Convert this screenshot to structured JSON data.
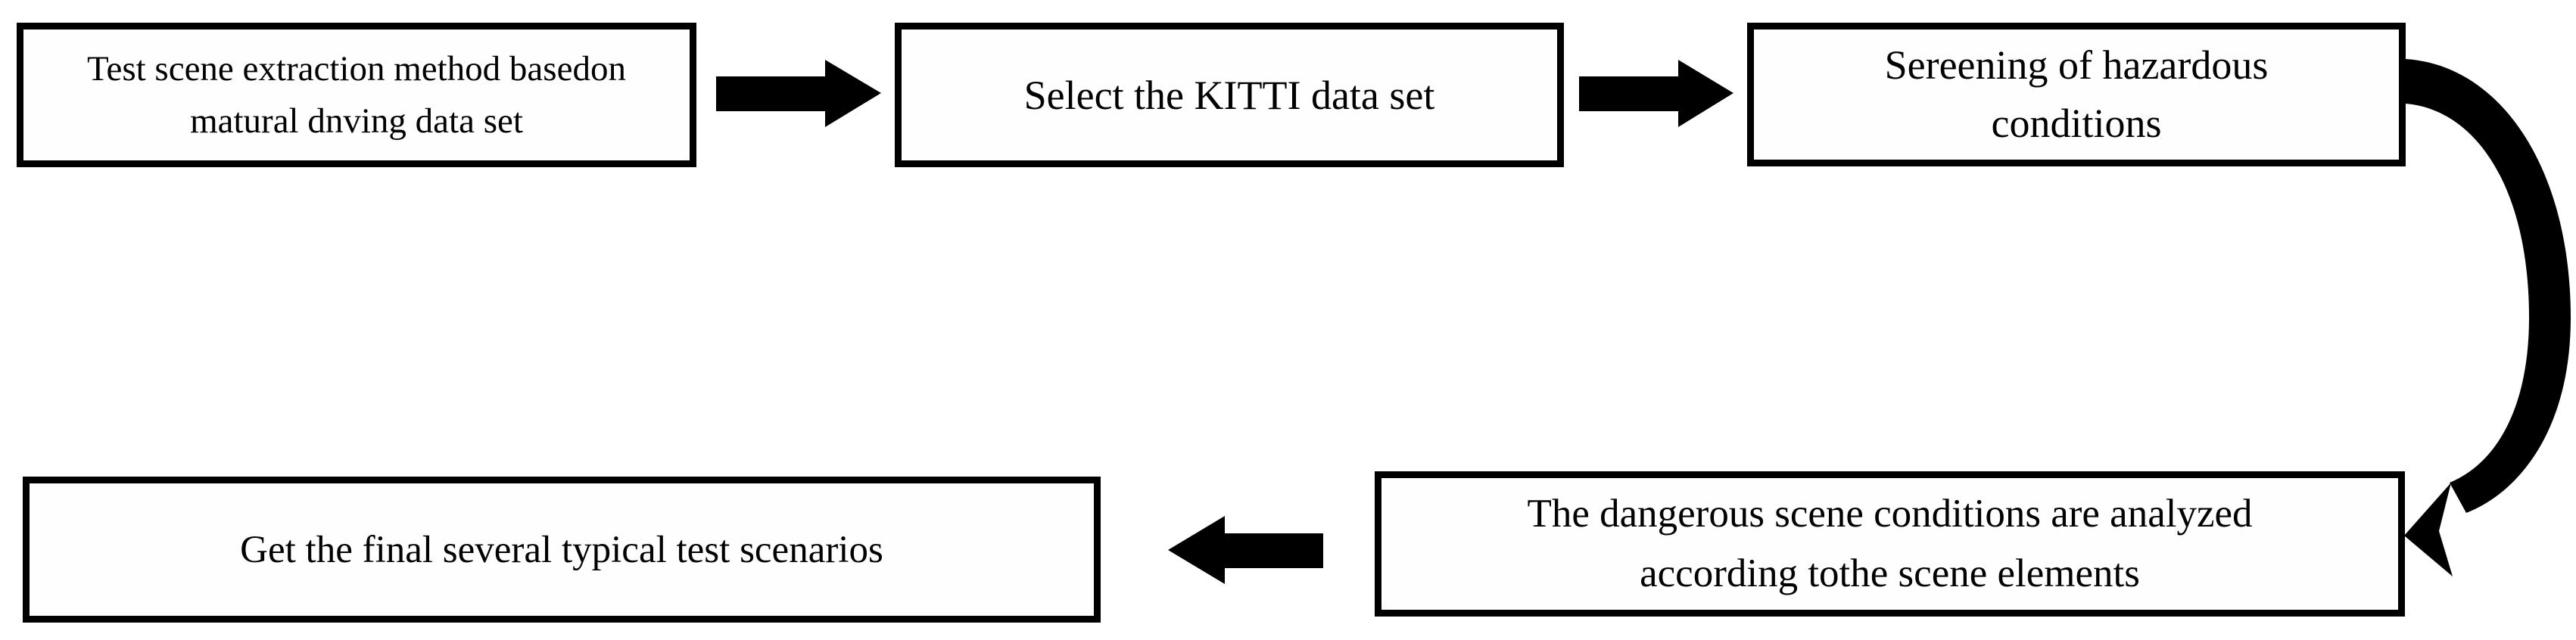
{
  "figure": {
    "type": "flowchart",
    "colors": {
      "ink": "#000000",
      "paper": "#ffffff"
    }
  },
  "nodes": [
    {
      "id": "step1",
      "lines": [
        "Test scene extraction method basedon",
        "matural dnving data set"
      ]
    },
    {
      "id": "step2",
      "lines": [
        "Select the KITTI data set"
      ]
    },
    {
      "id": "step3",
      "lines": [
        "Sereening of hazardous",
        "conditions"
      ]
    },
    {
      "id": "step4",
      "lines": [
        "The dangerous scene conditions are analyzed",
        "according tothe scene elements"
      ]
    },
    {
      "id": "step5",
      "lines": [
        "Get the final several typical test scenarios"
      ]
    }
  ],
  "connectors": [
    {
      "from": "step1",
      "to": "step2",
      "shape": "block-arrow",
      "direction": "right"
    },
    {
      "from": "step2",
      "to": "step3",
      "shape": "block-arrow",
      "direction": "right"
    },
    {
      "from": "step3",
      "to": "step4",
      "shape": "curved-arrow",
      "direction": "down-left"
    },
    {
      "from": "step4",
      "to": "step5",
      "shape": "block-arrow",
      "direction": "left"
    }
  ]
}
